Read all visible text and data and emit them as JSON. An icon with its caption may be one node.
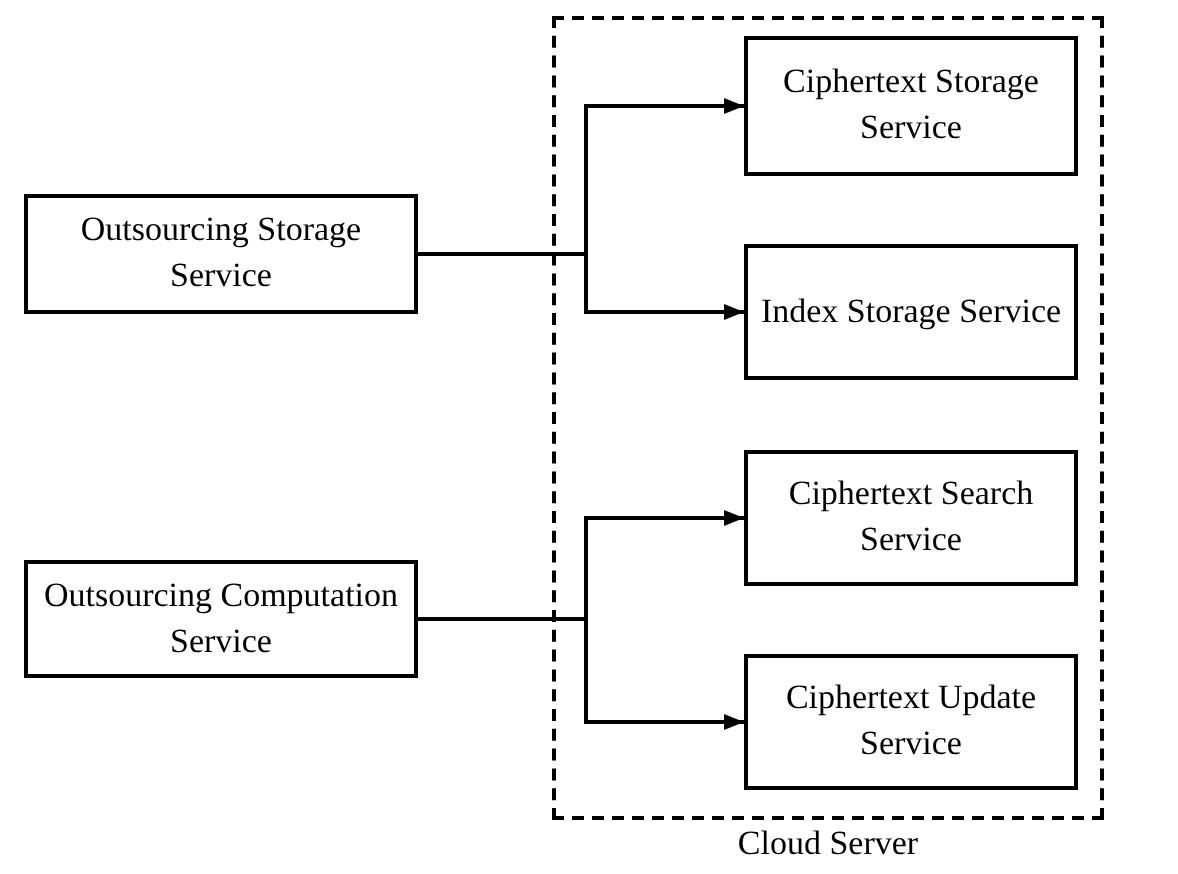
{
  "diagram": {
    "nodes": [
      {
        "text": [
          "Cloud Server"
        ]
      },
      {
        "text": [
          "Outsourcing Storage Service"
        ]
      },
      {
        "text": [
          "Outsourcing Computation Service"
        ]
      },
      {
        "text": [
          "Ciphertext Storage Service"
        ],
        "in": 0
      },
      {
        "text": [
          "Index Storage Service"
        ],
        "in": 0
      },
      {
        "text": [
          "Ciphertext Search Service"
        ],
        "in": 0
      },
      {
        "text": [
          "Ciphertext Update Service"
        ],
        "in": 0
      }
    ],
    "edges": [
      {
        "from": 1,
        "to": 3,
        "arrow": "to"
      },
      {
        "from": 1,
        "to": 4,
        "arrow": "to"
      },
      {
        "from": 2,
        "to": 5,
        "arrow": "to"
      },
      {
        "from": 2,
        "to": 6,
        "arrow": "to"
      }
    ]
  }
}
